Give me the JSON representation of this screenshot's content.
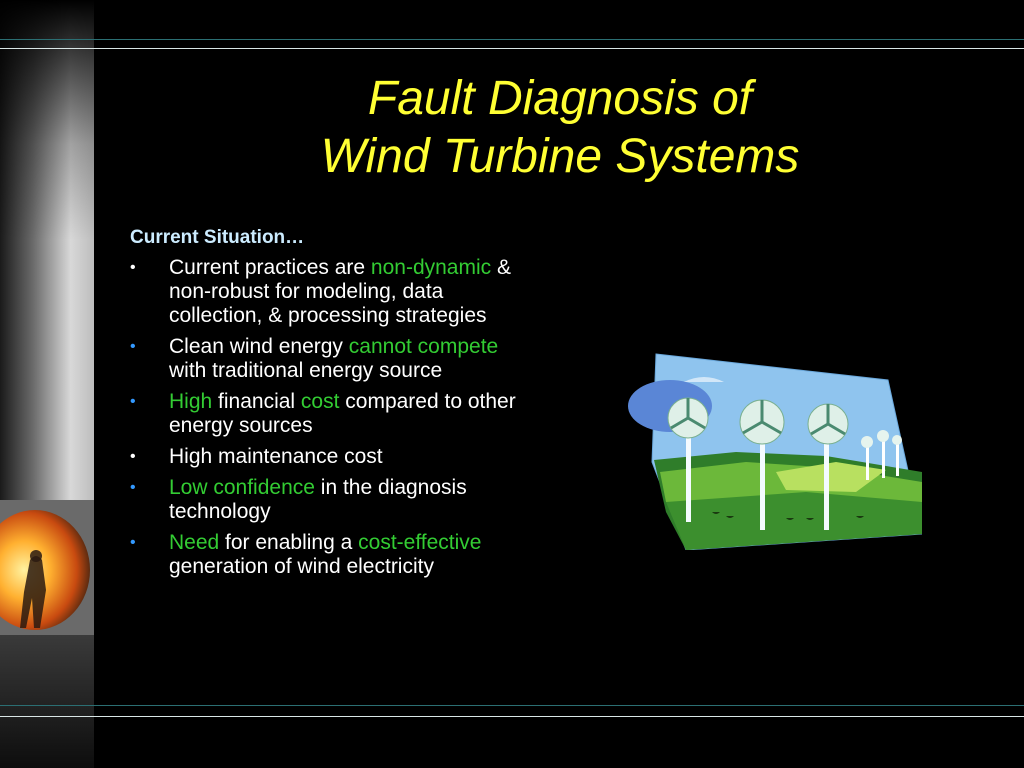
{
  "title": {
    "line1": "Fault Diagnosis of",
    "line2": "Wind Turbine Systems"
  },
  "colors": {
    "title": "#ffff33",
    "heading": "#ccecff",
    "body": "#ffffff",
    "highlight": "#33cc33",
    "bullet_white": "#ffffff",
    "bullet_blue": "#3399ff"
  },
  "section_heading": "Current Situation…",
  "bullets": [
    {
      "mark": "•",
      "mark_color": "white",
      "parts": [
        {
          "text": "Current practices are ",
          "hl": false
        },
        {
          "text": "non-dynamic",
          "hl": true
        },
        {
          "text": " & non-robust for modeling, data collection, & processing strategies",
          "hl": false
        }
      ]
    },
    {
      "mark": "•",
      "mark_color": "blue",
      "parts": [
        {
          "text": "Clean wind energy ",
          "hl": false
        },
        {
          "text": "cannot compete",
          "hl": true
        },
        {
          "text": " with traditional energy source",
          "hl": false
        }
      ]
    },
    {
      "mark": "•",
      "mark_color": "blue",
      "parts": [
        {
          "text": "High",
          "hl": true
        },
        {
          "text": " financial ",
          "hl": false
        },
        {
          "text": "cost",
          "hl": true
        },
        {
          "text": " compared to other energy sources",
          "hl": false
        }
      ]
    },
    {
      "mark": "•",
      "mark_color": "white",
      "parts": [
        {
          "text": "High maintenance cost",
          "hl": false
        }
      ]
    },
    {
      "mark": "•",
      "mark_color": "blue",
      "parts": [
        {
          "text": "Low confidence",
          "hl": true
        },
        {
          "text": " in the diagnosis technology",
          "hl": false
        }
      ]
    },
    {
      "mark": "•",
      "mark_color": "blue",
      "parts": [
        {
          "text": "Need",
          "hl": true
        },
        {
          "text": " for enabling a ",
          "hl": false
        },
        {
          "text": "cost-effective",
          "hl": true
        },
        {
          "text": " generation of wind electricity",
          "hl": false
        }
      ]
    }
  ],
  "images": {
    "side_strip": "firefighter-photo-strip",
    "clipart": "wind-turbines-clipart"
  }
}
